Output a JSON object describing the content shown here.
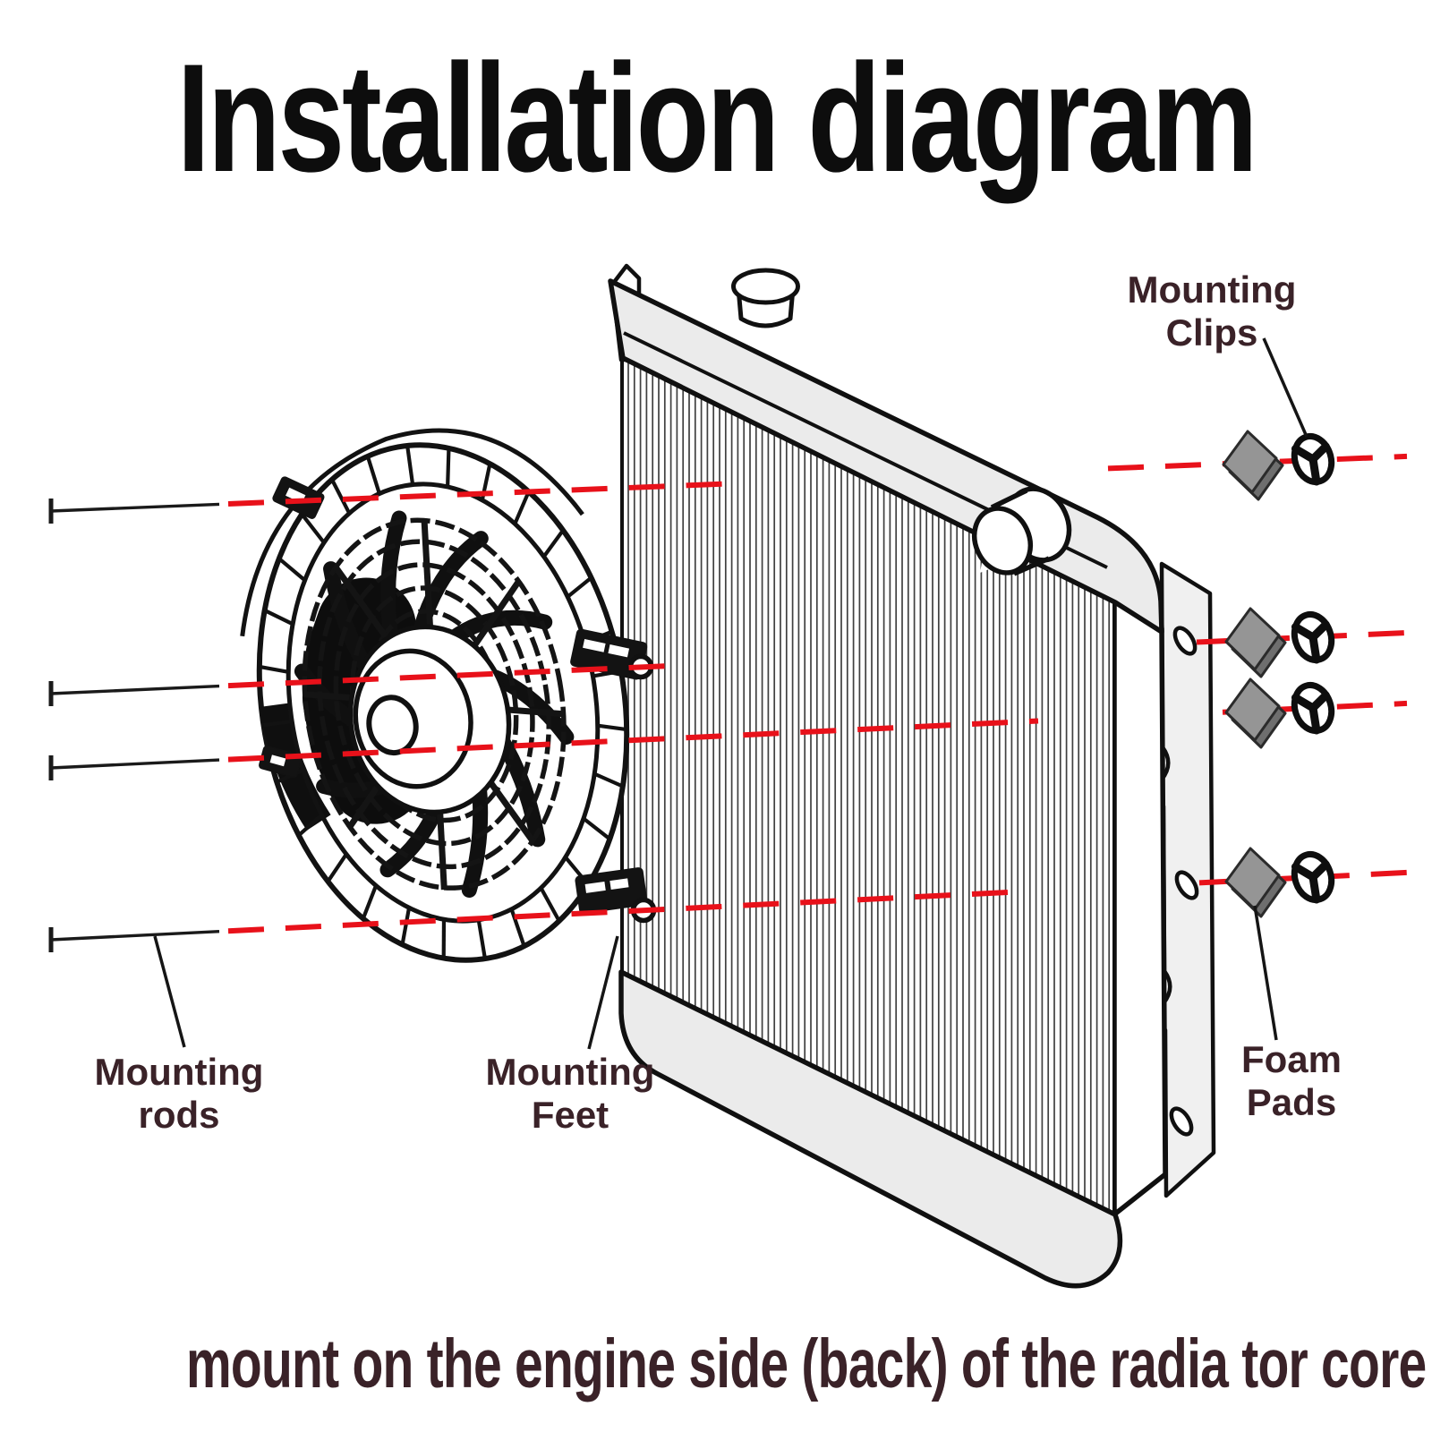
{
  "title": "Installation diagram",
  "caption": "mount on the engine side (back) of the radia tor core",
  "labels": {
    "mounting_clips": {
      "line1": "Mounting",
      "line2": "Clips"
    },
    "mounting_rods": {
      "line1": "Mounting",
      "line2": "rods"
    },
    "mounting_feet": {
      "line1": "Mounting",
      "line2": "Feet"
    },
    "foam_pads": {
      "line1": "Foam",
      "line2": "Pads"
    }
  },
  "icons": {
    "fan": "electric-fan-icon",
    "radiator": "radiator-icon",
    "mounting_rod": "mounting-rod-icon",
    "foam_pad": "foam-pad-icon",
    "mounting_clip": "mounting-clip-icon"
  },
  "colors": {
    "red": "#e8111a",
    "label": "#3a2228",
    "title": "#0d0d0d",
    "line": "#141414",
    "tank_gray": "#ebebeb",
    "bracket_gray": "#f0f0f0",
    "pad_face": "#959595",
    "pad_side": "#6e6e6e"
  }
}
